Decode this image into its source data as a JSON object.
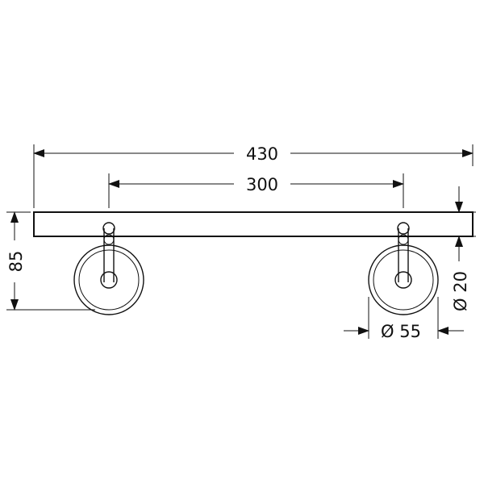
{
  "dimensions": {
    "overall_length": "430",
    "mounting_distance": "300",
    "height": "85",
    "rosette_diameter": "Ø 55",
    "shelf_thickness": "Ø 20"
  },
  "colors": {
    "line": "#111111",
    "background": "#ffffff"
  }
}
